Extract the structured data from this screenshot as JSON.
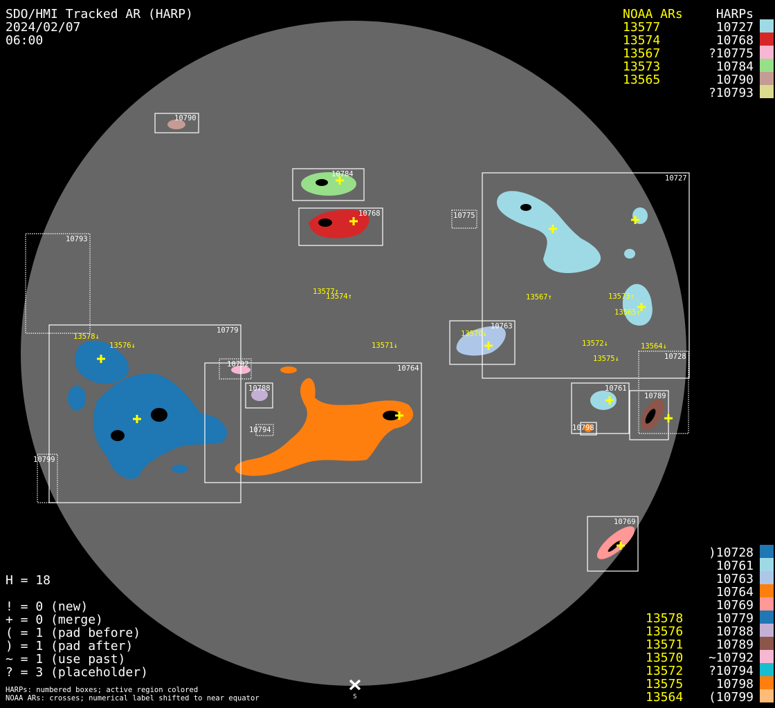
{
  "header": {
    "title": "SDO/HMI Tracked AR (HARP)",
    "date": "2024/02/07",
    "time": "06:00"
  },
  "legend_top": {
    "noaa_header": "NOAA ARs",
    "harps_header": "HARPs",
    "rows": [
      {
        "noaa": "13577",
        "harp": "10727",
        "color": "#9edae5"
      },
      {
        "noaa": "13574",
        "harp": "10768",
        "color": "#d62728"
      },
      {
        "noaa": "13567",
        "harp": "?10775",
        "color": "#f7b6d2"
      },
      {
        "noaa": "13573",
        "harp": "10784",
        "color": "#98df8a"
      },
      {
        "noaa": "13565",
        "harp": "10790",
        "color": "#c49c94"
      },
      {
        "noaa": "",
        "harp": "?10793",
        "color": "#dbdb8d"
      }
    ]
  },
  "legend_bottom": {
    "rows": [
      {
        "noaa": "",
        "harp": ")10728",
        "color": "#1f77b4"
      },
      {
        "noaa": "",
        "harp": "10761",
        "color": "#9edae5"
      },
      {
        "noaa": "",
        "harp": "10763",
        "color": "#aec7e8"
      },
      {
        "noaa": "",
        "harp": "10764",
        "color": "#ff7f0e"
      },
      {
        "noaa": "",
        "harp": "10769",
        "color": "#ff9896"
      },
      {
        "noaa": "13578",
        "harp": "10779",
        "color": "#1f77b4"
      },
      {
        "noaa": "13576",
        "harp": "10788",
        "color": "#c5b0d5"
      },
      {
        "noaa": "13571",
        "harp": "10789",
        "color": "#8c564b"
      },
      {
        "noaa": "13570",
        "harp": "~10792",
        "color": "#f7b6d2"
      },
      {
        "noaa": "13572",
        "harp": "?10794",
        "color": "#17becf"
      },
      {
        "noaa": "13575",
        "harp": "10798",
        "color": "#ff7f0e"
      },
      {
        "noaa": "13564",
        "harp": "(10799",
        "color": "#ffbb78"
      }
    ]
  },
  "stats": {
    "h": "H = 18",
    "lines": [
      "! = 0 (new)",
      "+ = 0 (merge)",
      "( = 1 (pad before)",
      ") = 1 (pad after)",
      "~ = 1 (use past)",
      "? = 3 (placeholder)"
    ]
  },
  "footnotes": [
    "HARPs: numbered boxes; active region colored",
    "NOAA ARs: crosses; numerical label shifted to near equator"
  ],
  "compass": {
    "south_label": "S"
  },
  "harp_boxes": {
    "h10790": "10790",
    "h10784": "10784",
    "h10768": "10768",
    "h10775": "10775",
    "h10727": "10727",
    "h10793": "10793",
    "h10779": "10779",
    "h10792": "10792",
    "h10764": "10764",
    "h10788": "10788",
    "h10794": "10794",
    "h10763": "10763",
    "h10728": "10728",
    "h10761": "10761",
    "h10798": "10798",
    "h10789": "10789",
    "h10799": "10799",
    "h10769": "10769"
  },
  "noaa_labels": {
    "n13577": "13577↑",
    "n13574": "13574↑",
    "n13567": "13567↑",
    "n13573": "13573↑",
    "n13565": "13565↑",
    "n13578": "13578↓",
    "n13576": "13576↓",
    "n13571": "13571↓",
    "n13570": "13570↓",
    "n13572": "13572↓",
    "n13575": "13575↓",
    "n13564": "13564↓"
  }
}
